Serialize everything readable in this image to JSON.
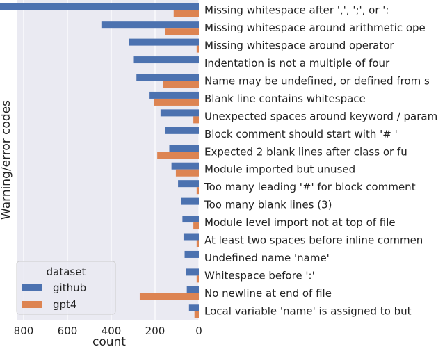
{
  "chart_data": {
    "type": "bar",
    "orientation": "horizontal",
    "x_axis_reversed": true,
    "xlabel": "count",
    "ylabel": "Warning/error codes",
    "xlim": [
      0,
      1000
    ],
    "xticks": [
      800,
      600,
      400,
      200,
      0
    ],
    "grid": true,
    "legend_position": "bottom-left",
    "legend_title": "dataset",
    "background": "#eaeaf2",
    "categories": [
      "Missing whitespace after ',', ';', or ':",
      "Missing whitespace around arithmetic ope",
      "Missing whitespace around operator",
      "Indentation is not a multiple of four",
      "Name may be undefined, or defined from s",
      "Blank line contains whitespace",
      "Unexpected spaces around keyword / param",
      "Block comment should start with '# '",
      "Expected 2 blank lines after class or fu",
      "Module imported but unused",
      "Too many leading '#' for block comment",
      "Too many blank lines (3)",
      "Module level import not at top of file",
      "At least two spaces before inline commen",
      "Undefined name 'name'",
      "Whitespace before ':'",
      "No newline at end of file",
      "Local variable 'name' is assigned to but"
    ],
    "series": [
      {
        "name": "github",
        "color": "#4c72b0",
        "values": [
          950,
          445,
          320,
          300,
          285,
          225,
          175,
          155,
          135,
          125,
          95,
          80,
          75,
          70,
          65,
          60,
          55,
          45
        ]
      },
      {
        "name": "gpt4",
        "color": "#dd8452",
        "values": [
          115,
          155,
          10,
          0,
          165,
          205,
          25,
          0,
          190,
          105,
          10,
          0,
          25,
          10,
          0,
          10,
          270,
          20
        ]
      }
    ]
  }
}
